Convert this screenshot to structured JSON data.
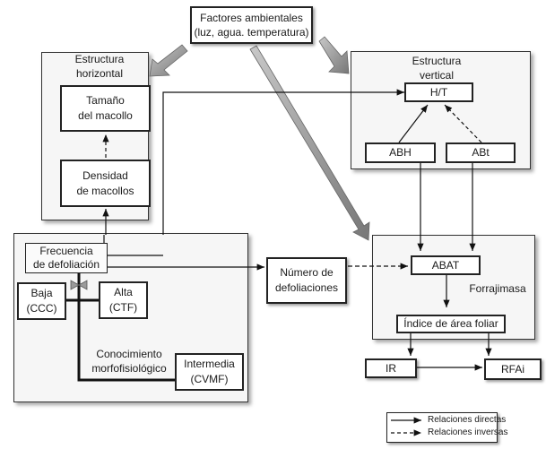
{
  "factores": {
    "line1": "Factores ambientales",
    "line2": "(luz, agua. temperatura)"
  },
  "horizontal": {
    "title1": "Estructura",
    "title2": "horizontal",
    "tamano1": "Tamaño",
    "tamano2": "del macollo",
    "densidad1": "Densidad",
    "densidad2": "de macollos"
  },
  "vertical": {
    "title1": "Estructura",
    "title2": "vertical",
    "ht": "H/T",
    "abh": "ABH",
    "abt": "ABt"
  },
  "frecuencia": {
    "line1": "Frecuencia",
    "line2": "de defoliación",
    "baja1": "Baja",
    "baja2": "(CCC)",
    "alta1": "Alta",
    "alta2": "(CTF)",
    "conoc1": "Conocimiento",
    "conoc2": "morfofisiológico",
    "inter1": "Intermedia",
    "inter2": "(CVMF)"
  },
  "numero": {
    "line1": "Número de",
    "line2": "defoliaciones"
  },
  "forraje": {
    "abat": "ABAT",
    "title": "Forrajimasa",
    "iaf": "Índice de área foliar"
  },
  "outputs": {
    "ir": "IR",
    "rfai": "RFAi"
  },
  "legend": {
    "direct": "Relaciones directas",
    "inverse": "Relaciones inversas"
  }
}
